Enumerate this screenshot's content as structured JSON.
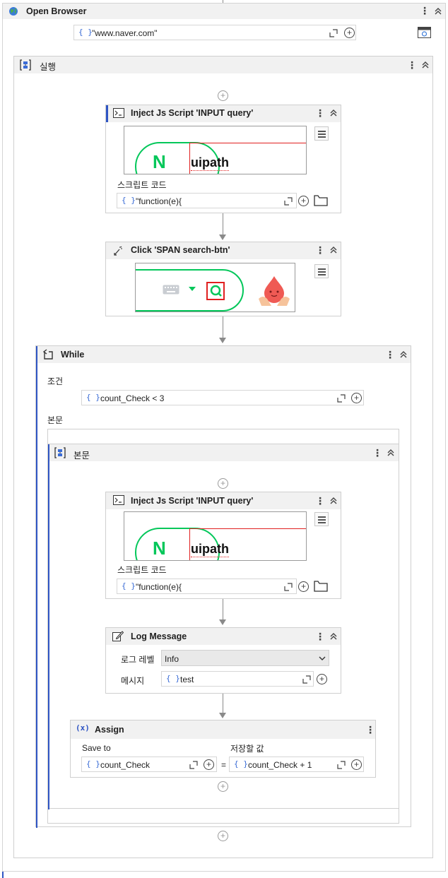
{
  "open_browser": {
    "title": "Open Browser",
    "url_value": "\"www.naver.com\""
  },
  "sequence": {
    "title": "실행"
  },
  "inject1": {
    "title": "Inject Js Script 'INPUT  query'",
    "preview_logo": "N",
    "preview_text": "uipath",
    "code_label": "스크립트 코드",
    "code_value": "\"function(e){"
  },
  "click": {
    "title": "Click 'SPAN  search-btn'"
  },
  "while": {
    "title": "While",
    "condition_label": "조건",
    "condition_value": "count_Check < 3",
    "body_label": "본문"
  },
  "body_seq": {
    "title": "본문"
  },
  "inject2": {
    "title": "Inject Js Script 'INPUT  query'",
    "preview_logo": "N",
    "preview_text": "uipath",
    "code_label": "스크립트 코드",
    "code_value": "\"function(e){"
  },
  "log": {
    "title": "Log Message",
    "level_label": "로그 레벨",
    "level_value": "Info",
    "message_label": "메시지",
    "message_value": "test"
  },
  "assign": {
    "title": "Assign",
    "to_label": "Save to",
    "to_value": "count_Check",
    "equals": "=",
    "value_label": "저장할 값",
    "value_value": "count_Check + 1"
  },
  "icons": {
    "globe": "globe-icon",
    "sequence": "sequence-icon",
    "terminal": "terminal-icon",
    "click": "click-icon",
    "while": "loop-icon",
    "log": "log-icon",
    "assign": "variable-icon"
  },
  "colors": {
    "accent_blue": "#3a6cd6",
    "naver_green": "#03c75a",
    "selection_red": "#e02020",
    "active_border": "#2f55c4"
  }
}
